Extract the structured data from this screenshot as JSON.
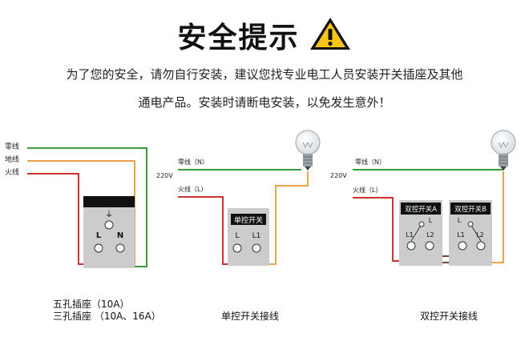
{
  "header": {
    "title": "安全提示",
    "warning_icon": "warning-triangle-icon",
    "line1": "为了您的安全，请勿自行安装，建议您找专业电工人员安装开关插座及其他",
    "line2": "通电产品。安装时请断电安装，以免发生意外！"
  },
  "colors": {
    "neutral": "#3a9a3a",
    "ground": "#e8a24a",
    "live": "#d03030",
    "traveler": "#6b4a3a",
    "box": "#cccccc",
    "warning": "#f5c518"
  },
  "socket": {
    "wire_neutral": "零线",
    "wire_ground": "地线",
    "wire_live": "火线",
    "ground_symbol": "⏚",
    "term_l": "L",
    "term_n": "N",
    "caption1": "五孔插座（10A）",
    "caption2": "三孔插座 （10A、16A）"
  },
  "single": {
    "neutral": "零线（N）",
    "live": "火线（L）",
    "voltage": "220V",
    "switch_label": "单控开关",
    "t_l": "L",
    "t_l1": "L1",
    "caption": "单控开关接线"
  },
  "double": {
    "neutral": "零线（N）",
    "live": "火线（L）",
    "voltage": "220V",
    "switch_a": "双控开关A",
    "switch_b": "双控开关B",
    "t_l": "L",
    "t_l1": "L1",
    "t_l2": "L2",
    "caption": "双控开关接线"
  }
}
